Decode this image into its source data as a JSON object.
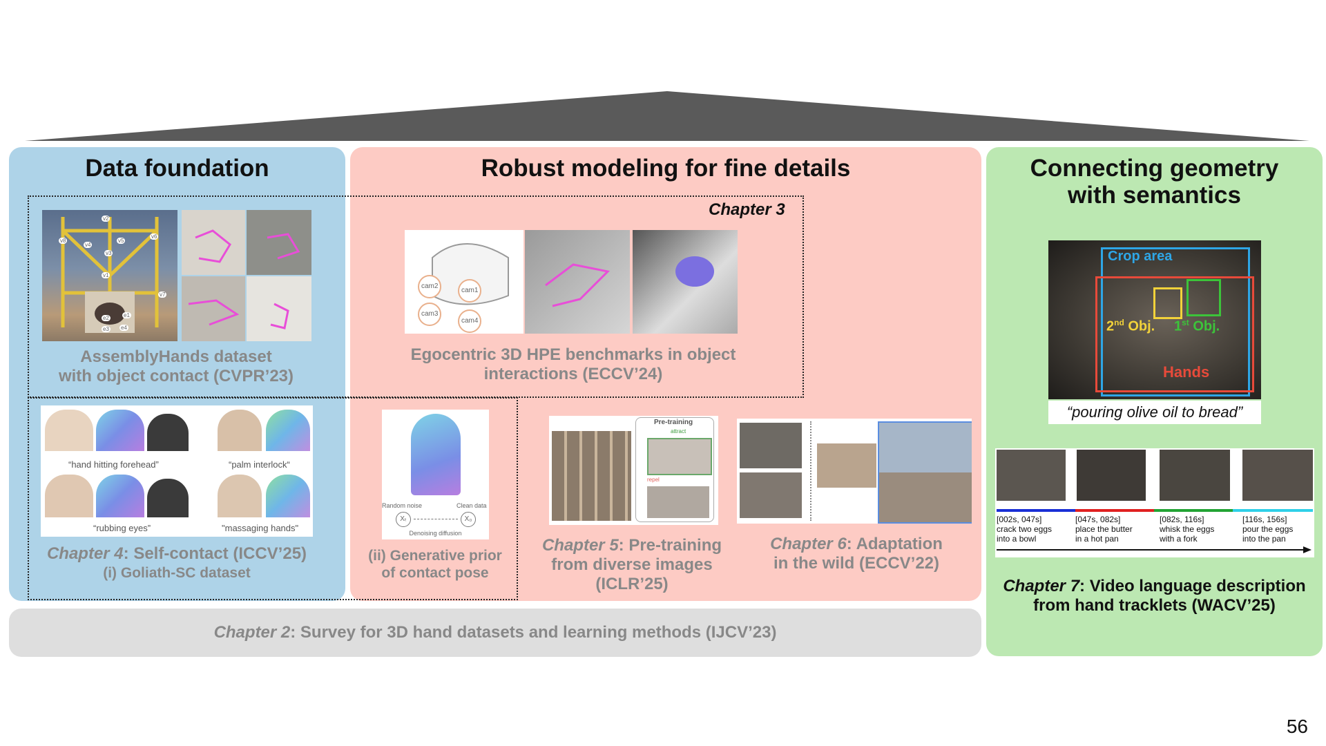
{
  "panels": {
    "data_foundation": {
      "title": "Data foundation"
    },
    "robust_modeling": {
      "title": "Robust modeling for fine details"
    },
    "geometry_semantics": {
      "title_line1": "Connecting geometry",
      "title_line2": "with semantics"
    }
  },
  "chapter3": {
    "label": "Chapter 3"
  },
  "assemblyhands": {
    "line1": "AssemblyHands dataset",
    "line2": "with object contact (CVPR’23)",
    "cam_labels": [
      "v2",
      "v8",
      "v4",
      "v5",
      "v6",
      "v3",
      "v1",
      "v7",
      "e1",
      "e2",
      "e3",
      "e4"
    ]
  },
  "egocentric": {
    "line1": "Egocentric 3D HPE benchmarks in object",
    "line2": "interactions (ECCV’24)",
    "cam_labels": [
      "cam1",
      "cam2",
      "cam3",
      "cam4"
    ]
  },
  "chapter4": {
    "chapter": "Chapter 4",
    "rest": ": Self-contact (ICCV’25)",
    "sub": "(i) Goliath-SC dataset",
    "captions": [
      "“hand hitting forehead”",
      "“palm interlock“",
      "“rubbing eyes”",
      "\"massaging hands\""
    ]
  },
  "generative": {
    "line1": "(ii) Generative prior",
    "line2": "of contact pose",
    "random_noise": "Random noise",
    "clean_data": "Clean data",
    "denoising": "Denoising diffusion",
    "xt": "Xₜ",
    "x0": "X₀"
  },
  "chapter5": {
    "chapter": "Chapter 5",
    "rest1": ": Pre-training",
    "line2": "from diverse images",
    "line3": "(ICLR’25)",
    "pretraining": "Pre-training",
    "attract": "attract",
    "repel": "repel"
  },
  "chapter6": {
    "chapter": "Chapter 6",
    "rest1": ": Adaptation",
    "line2": "in the wild (ECCV’22)"
  },
  "chapter7": {
    "chapter": "Chapter 7",
    "rest1": ": Video language description",
    "line2": "from hand tracklets (WACV’25)",
    "crop_area": "Crop area",
    "obj2_num": "2",
    "obj2_sup": "nd",
    "obj2_word": " Obj.",
    "obj1_num": "1",
    "obj1_sup": "st",
    "obj1_word": " Obj.",
    "hands": "Hands",
    "quote": "“pouring olive oil to bread”",
    "segments": [
      {
        "time": "[002s, 047s]",
        "line1": "crack two eggs",
        "line2": "into a bowl",
        "color": "#1a2fd6"
      },
      {
        "time": "[047s, 082s]",
        "line1": "place the butter",
        "line2": "in a hot pan",
        "color": "#e02020"
      },
      {
        "time": "[082s, 116s]",
        "line1": "whisk the eggs",
        "line2": "with a fork",
        "color": "#22a334"
      },
      {
        "time": "[116s, 156s]",
        "line1": "pour the eggs",
        "line2": "into the pan",
        "color": "#2fd0e8"
      }
    ]
  },
  "chapter2": {
    "chapter": "Chapter 2",
    "rest": ": Survey for 3D hand datasets and learning methods (IJCV’23)"
  },
  "page_number": "56",
  "colors": {
    "blue_panel": "#aed3e8",
    "pink_panel": "#fdcbc4",
    "green_panel": "#bce8b2",
    "gray_panel": "#dedede",
    "roof": "#5a5a5a"
  }
}
